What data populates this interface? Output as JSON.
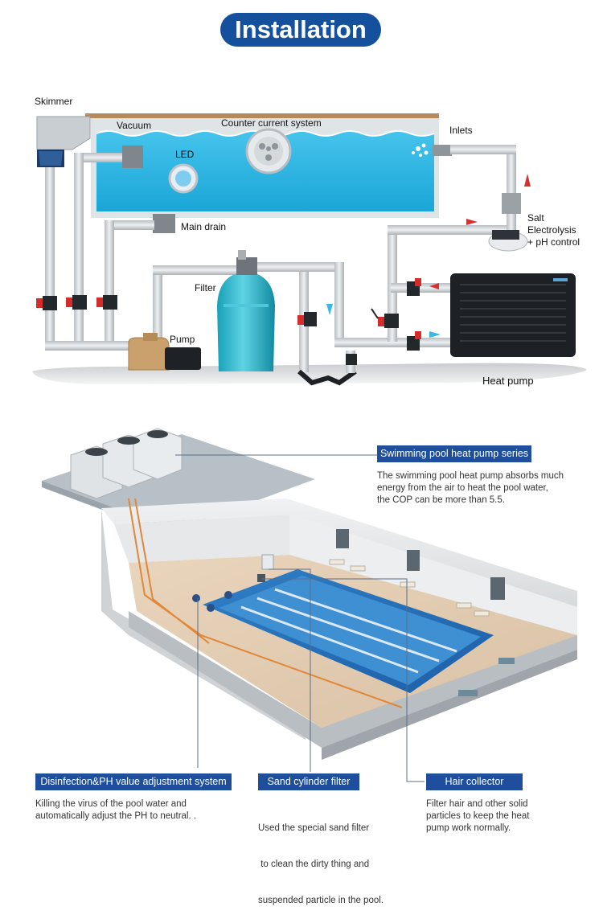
{
  "title": "Installation",
  "diagram": {
    "labels": {
      "skimmer": "Skimmer",
      "vacuum": "Vacuum",
      "counter_current": "Counter current system",
      "inlets": "Inlets",
      "led": "LED",
      "main_drain": "Main drain",
      "salt_1": "Salt",
      "salt_2": "Electrolysis",
      "salt_3": "+ pH control",
      "filter": "Filter",
      "pump": "Pump",
      "heat_pump": "Heat pump"
    }
  },
  "callouts": {
    "heat_pump_series": {
      "title": "Swimming pool heat pump series",
      "lines": [
        "The swimming pool heat pump absorbs much",
        "energy from the air to heat the pool water,",
        "the COP can be more than 5.5."
      ]
    },
    "disinfection": {
      "title": "Disinfection&PH value adjustment system",
      "lines": [
        "Killing the virus of the pool water and",
        "automatically adjust the PH to neutral. ."
      ]
    },
    "sand_filter": {
      "title": "Sand cylinder filter",
      "lines": [
        "Used the special sand filter",
        " to clean the dirty thing and",
        "suspended particle in the pool."
      ]
    },
    "hair_collector": {
      "title": "Hair collector",
      "lines": [
        "Filter hair and other solid",
        "particles to keep the heat",
        "pump work normally."
      ]
    }
  },
  "colors": {
    "brand_blue": "#14509c",
    "tag_blue": "#1f4e9c",
    "water": "#27b6e3",
    "pipe": "#d6dadd",
    "valve": "#d42b2b"
  }
}
